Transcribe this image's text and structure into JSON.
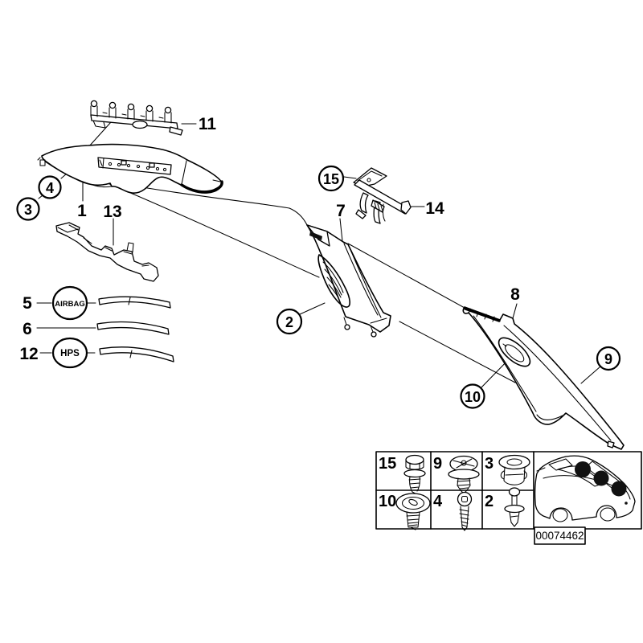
{
  "page": {
    "background": "#ffffff",
    "line_color": "#000000"
  },
  "callouts": {
    "n1": "1",
    "n2": "2",
    "n3": "3",
    "n4": "4",
    "n5": "5",
    "n6": "6",
    "n7": "7",
    "n8": "8",
    "n9": "9",
    "n10": "10",
    "n11": "11",
    "n12": "12",
    "n13": "13",
    "n14": "14",
    "n15": "15"
  },
  "badges": {
    "airbag": "AIRBAG",
    "hps": "HPS"
  },
  "legend": {
    "cells": [
      {
        "num": "15",
        "icon": "hex-screw-icon"
      },
      {
        "num": "9",
        "icon": "expanding-clip-icon"
      },
      {
        "num": "3",
        "icon": "grommet-nut-icon"
      },
      {
        "num": "10",
        "icon": "washer-screw-icon"
      },
      {
        "num": "4",
        "icon": "tapping-screw-icon"
      },
      {
        "num": "2",
        "icon": "pin-rivet-icon"
      }
    ],
    "drawing_number": "00074462"
  }
}
